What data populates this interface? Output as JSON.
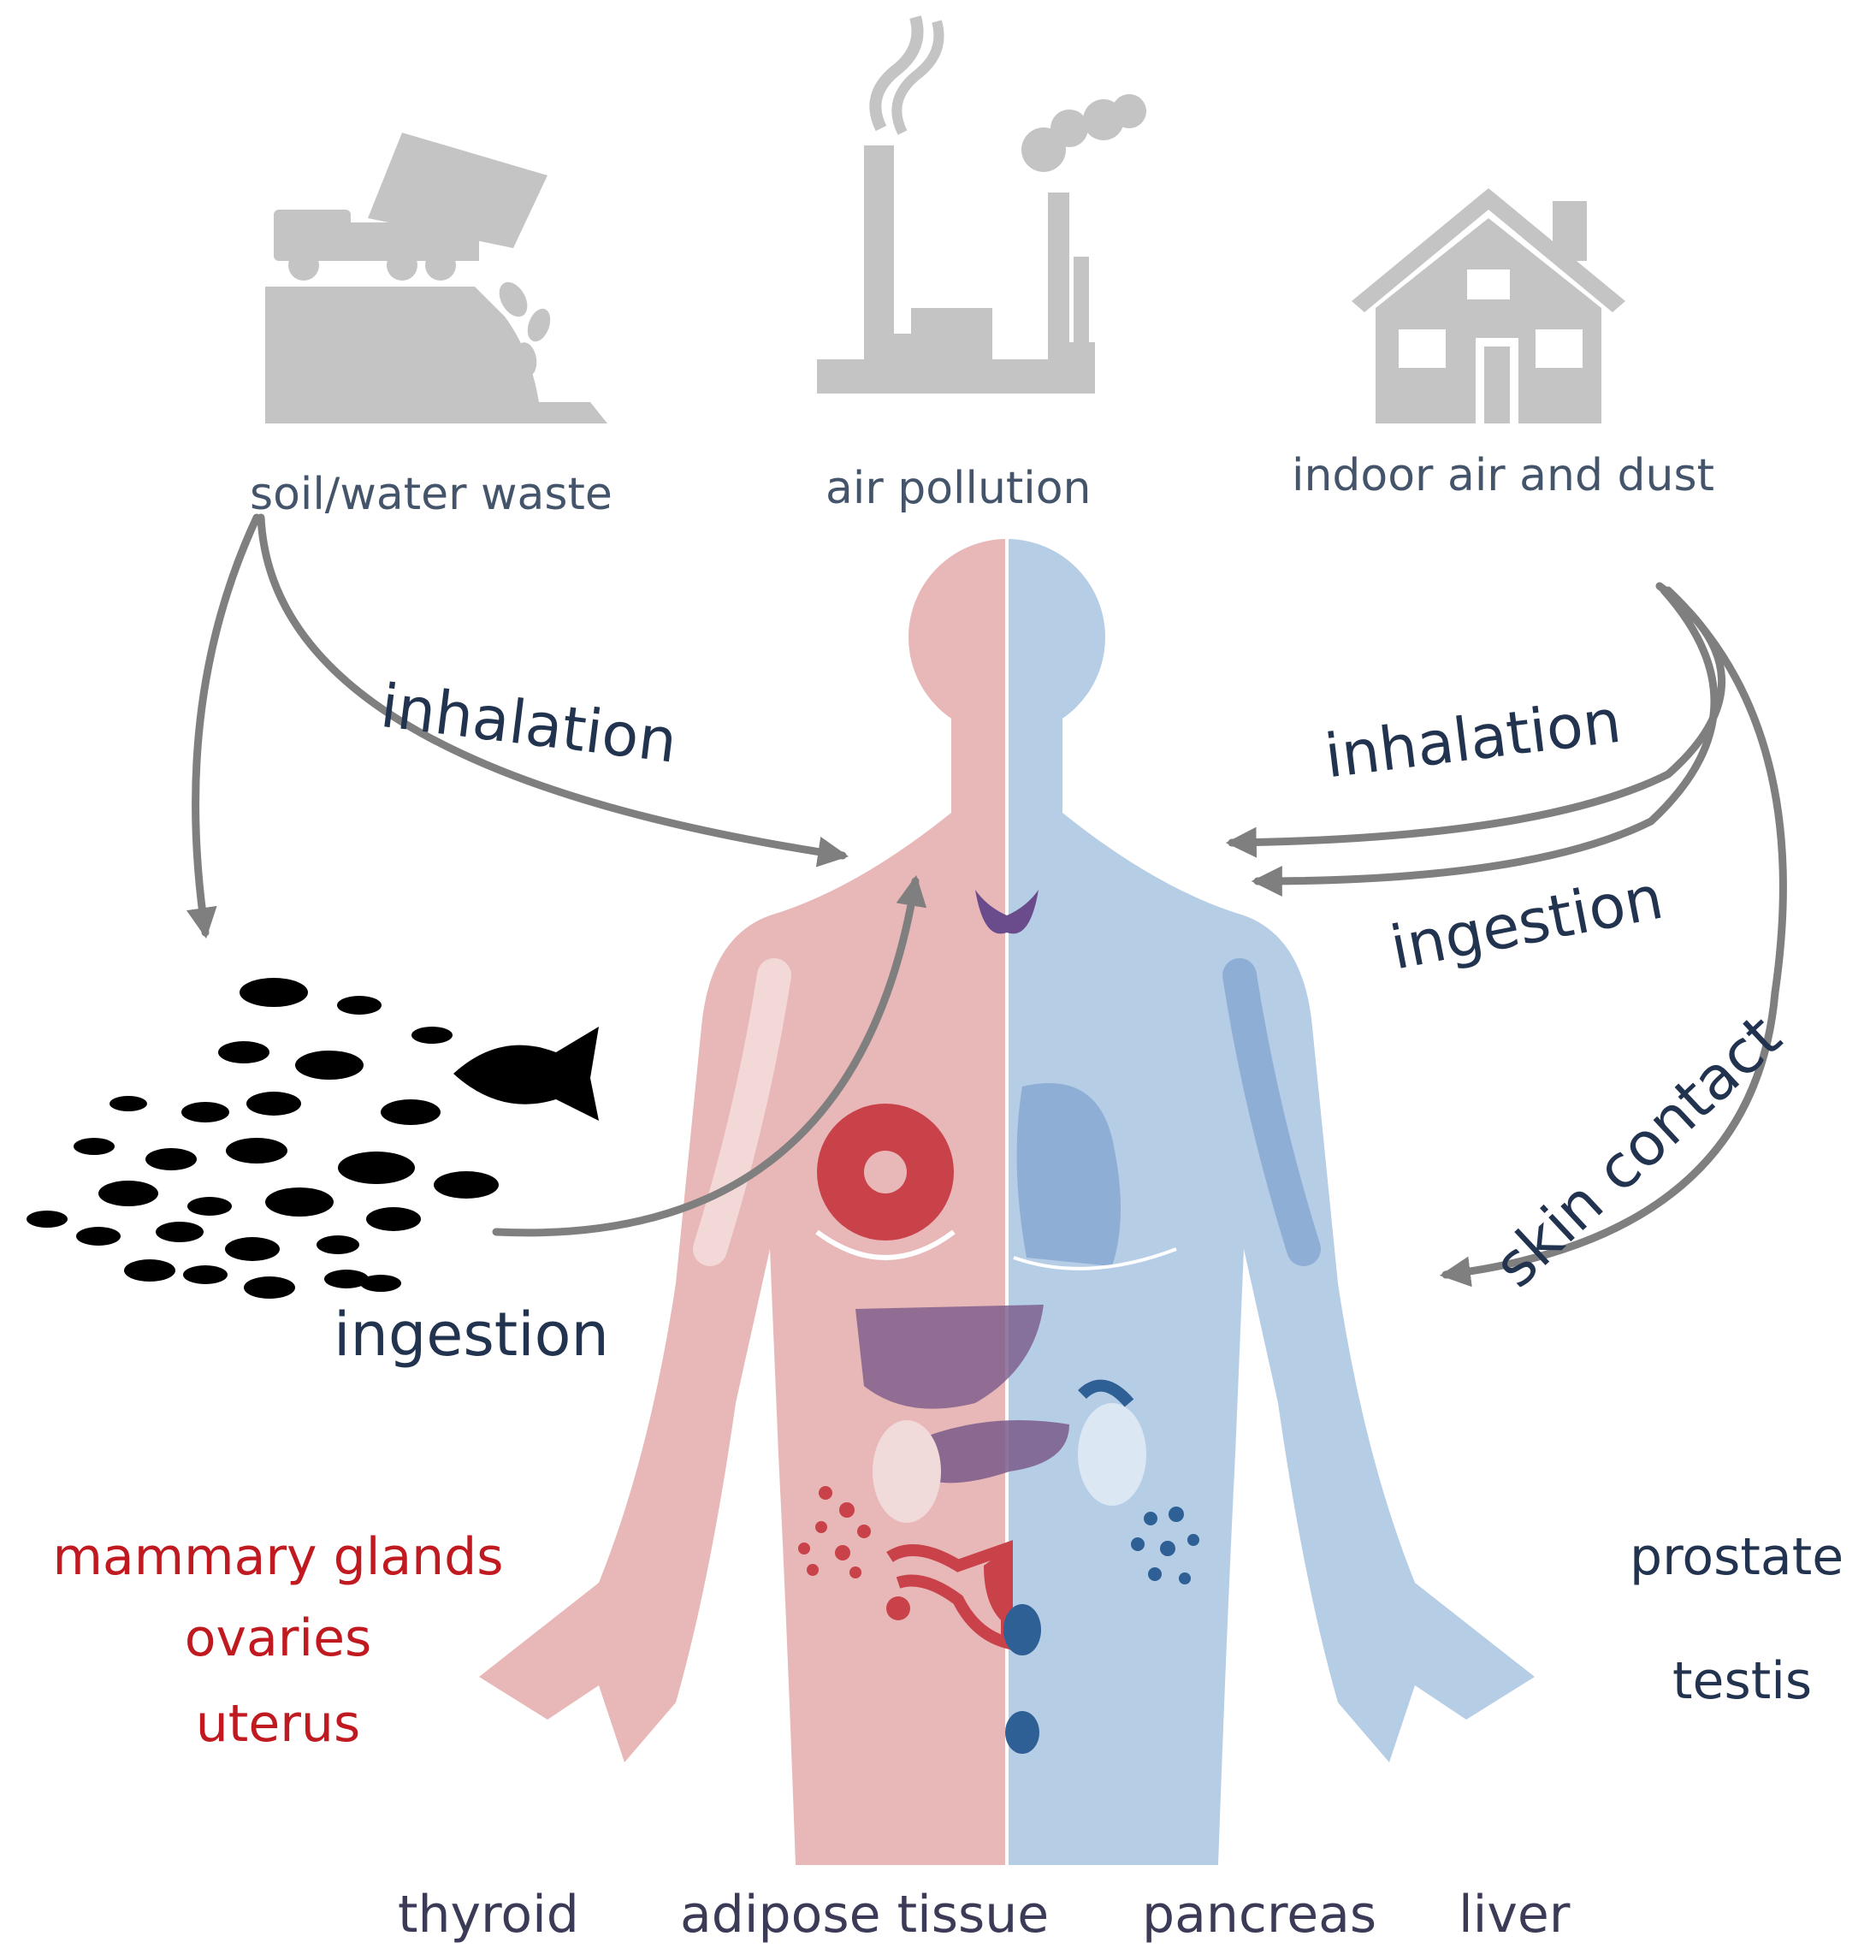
{
  "sources": {
    "soil": "soil/water waste",
    "air": "air pollution",
    "indoor": "indoor air and dust"
  },
  "routes": {
    "soil_inhalation": "inhalation",
    "fish_ingestion": "ingestion",
    "indoor_inhalation": "inhalation",
    "indoor_ingestion": "ingestion",
    "skin_contact": "skin contact"
  },
  "female_organs": [
    "mammary glands",
    "ovaries",
    "uterus"
  ],
  "male_organs": [
    "prostate",
    "testis"
  ],
  "shared_organs": [
    "thyroid",
    "adipose tissue",
    "pancreas",
    "liver"
  ],
  "colors": {
    "icon_gray": "#c4c4c4",
    "arrow_gray": "#7f7f7f",
    "female_body": "#e8b7b7",
    "male_body": "#b6cde6",
    "female_text": "#c0191f",
    "male_text": "#22334f",
    "organ_red": "#c9424a",
    "organ_blue": "#2e5f95",
    "organ_purple": "#7a5a8a"
  },
  "icons": [
    "dump-truck-icon",
    "factory-icon",
    "house-icon",
    "fish-school-icon",
    "human-body-icon"
  ]
}
